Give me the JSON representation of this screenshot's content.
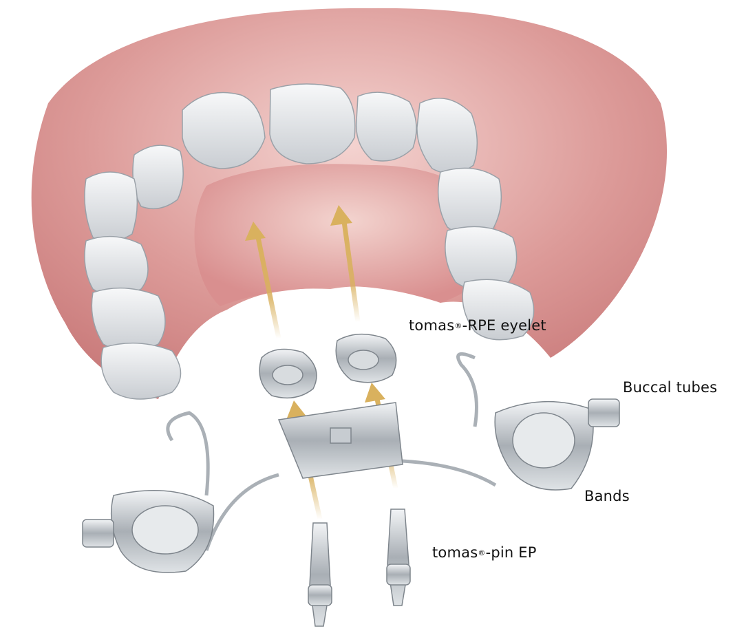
{
  "labels": {
    "eyelet": {
      "prefix": "tomas",
      "mark": "®",
      "suffix": "-RPE eyelet"
    },
    "buccal_tubes": "Buccal tubes",
    "bands": "Bands",
    "pin": {
      "prefix": "tomas",
      "mark": "®",
      "suffix": "-pin EP"
    }
  },
  "colors": {
    "arrow": "#d9b15e",
    "gum": "#d98f8f",
    "tooth": "#e9ecef",
    "metal": "#c2c7cc"
  },
  "icons": {
    "arrows": "gold-arrow-up",
    "anatomy": "upper-jaw-illustration",
    "appliance": "rpe-expander-illustration"
  }
}
